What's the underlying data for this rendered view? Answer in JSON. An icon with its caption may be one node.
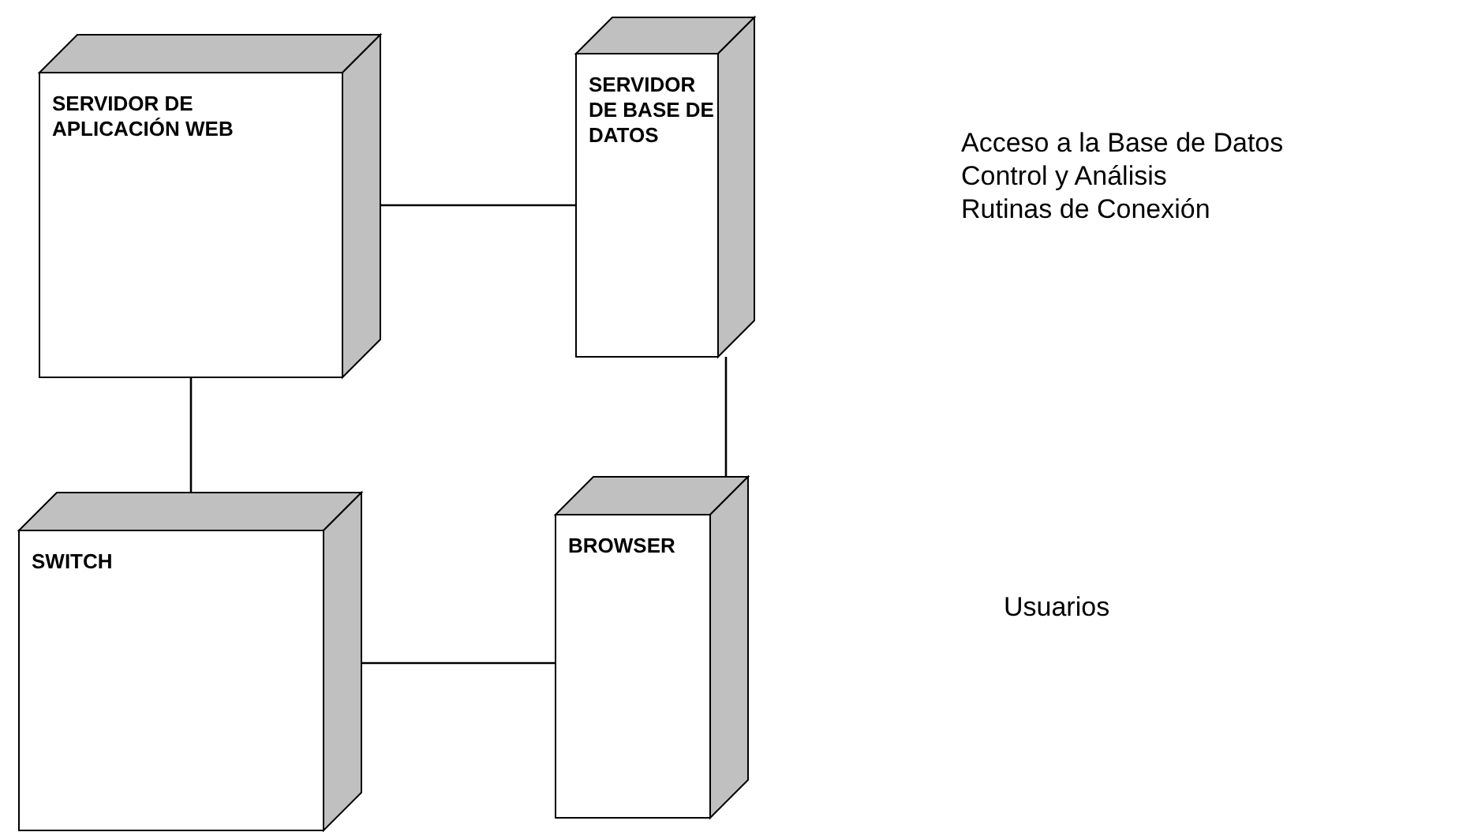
{
  "diagram": {
    "nodes": [
      {
        "text": [
          "SERVIDOR DE APLICACIÓN WEB"
        ]
      },
      {
        "text": [
          "SERVIDOR DE BASE DE DATOS"
        ]
      },
      {
        "text": [
          "SWITCH"
        ]
      },
      {
        "text": [
          "BROWSER"
        ]
      }
    ],
    "edges": [
      {
        "from": 0,
        "to": 1,
        "arrow": "none"
      },
      {
        "from": 0,
        "to": 2,
        "arrow": "none"
      },
      {
        "from": 1,
        "to": 3,
        "arrow": "none"
      },
      {
        "from": 2,
        "to": 3,
        "arrow": "none"
      }
    ],
    "labels": [
      "Acceso a la Base de Datos",
      "Control y Análisis",
      "Rutinas de Conexión",
      "Usuarios"
    ]
  }
}
